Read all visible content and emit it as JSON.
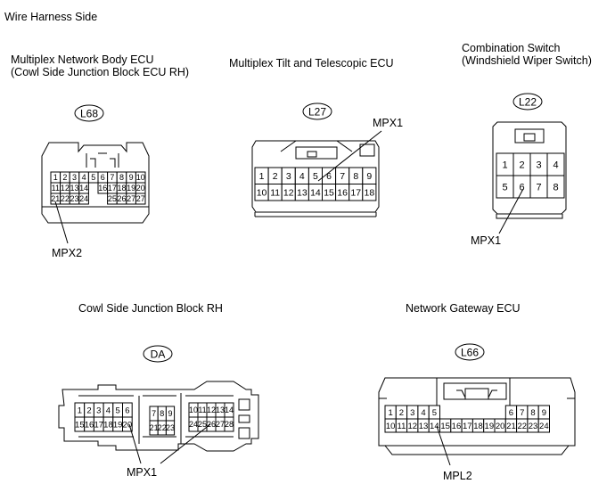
{
  "header": {
    "title": "Wire Harness Side"
  },
  "connectors": [
    {
      "id": "L68",
      "name_line1": "Multiplex Network Body ECU",
      "name_line2": "(Cowl Side Junction Block ECU RH)",
      "terminal_label": "MPX2",
      "pins": [
        [
          "1",
          "2",
          "3",
          "4",
          "5",
          "6",
          "7",
          "8",
          "9",
          "10"
        ],
        [
          "11",
          "12",
          "13",
          "14",
          "",
          "16",
          "17",
          "18",
          "19",
          "20"
        ],
        [
          "21",
          "22",
          "23",
          "24",
          "",
          "",
          "25",
          "26",
          "27",
          "27"
        ]
      ]
    },
    {
      "id": "L27",
      "name_line1": "Multiplex Tilt and Telescopic ECU",
      "terminal_label": "MPX1",
      "pins": [
        [
          "1",
          "2",
          "3",
          "4",
          "5",
          "6",
          "7",
          "8",
          "9"
        ],
        [
          "10",
          "11",
          "12",
          "13",
          "14",
          "15",
          "16",
          "17",
          "18"
        ]
      ]
    },
    {
      "id": "L22",
      "name_line1": "Combination Switch",
      "name_line2": "(Windshield Wiper Switch)",
      "terminal_label": "MPX1",
      "pins": [
        [
          "1",
          "2",
          "3",
          "4"
        ],
        [
          "5",
          "6",
          "7",
          "8"
        ]
      ]
    },
    {
      "id": "DA",
      "name_line1": "Cowl Side Junction Block RH",
      "terminal_label": "MPX1",
      "pins": [
        [
          "1",
          "2",
          "3",
          "4",
          "5",
          "6"
        ],
        [
          "15",
          "16",
          "17",
          "18",
          "19",
          "20"
        ],
        [
          "7",
          "8",
          "9"
        ],
        [
          "21",
          "22",
          "23"
        ],
        [
          "10",
          "11",
          "12",
          "13",
          "14"
        ],
        [
          "24",
          "25",
          "26",
          "27",
          "28"
        ]
      ]
    },
    {
      "id": "L66",
      "name_line1": "Network Gateway ECU",
      "terminal_label": "MPL2",
      "pins": [
        [
          "1",
          "2",
          "3",
          "4",
          "5",
          "",
          "",
          "",
          "",
          "",
          "",
          "6",
          "7",
          "8",
          "9"
        ],
        [
          "10",
          "11",
          "12",
          "13",
          "14",
          "15",
          "16",
          "17",
          "18",
          "19",
          "20",
          "21",
          "22",
          "23",
          "24"
        ]
      ]
    }
  ]
}
